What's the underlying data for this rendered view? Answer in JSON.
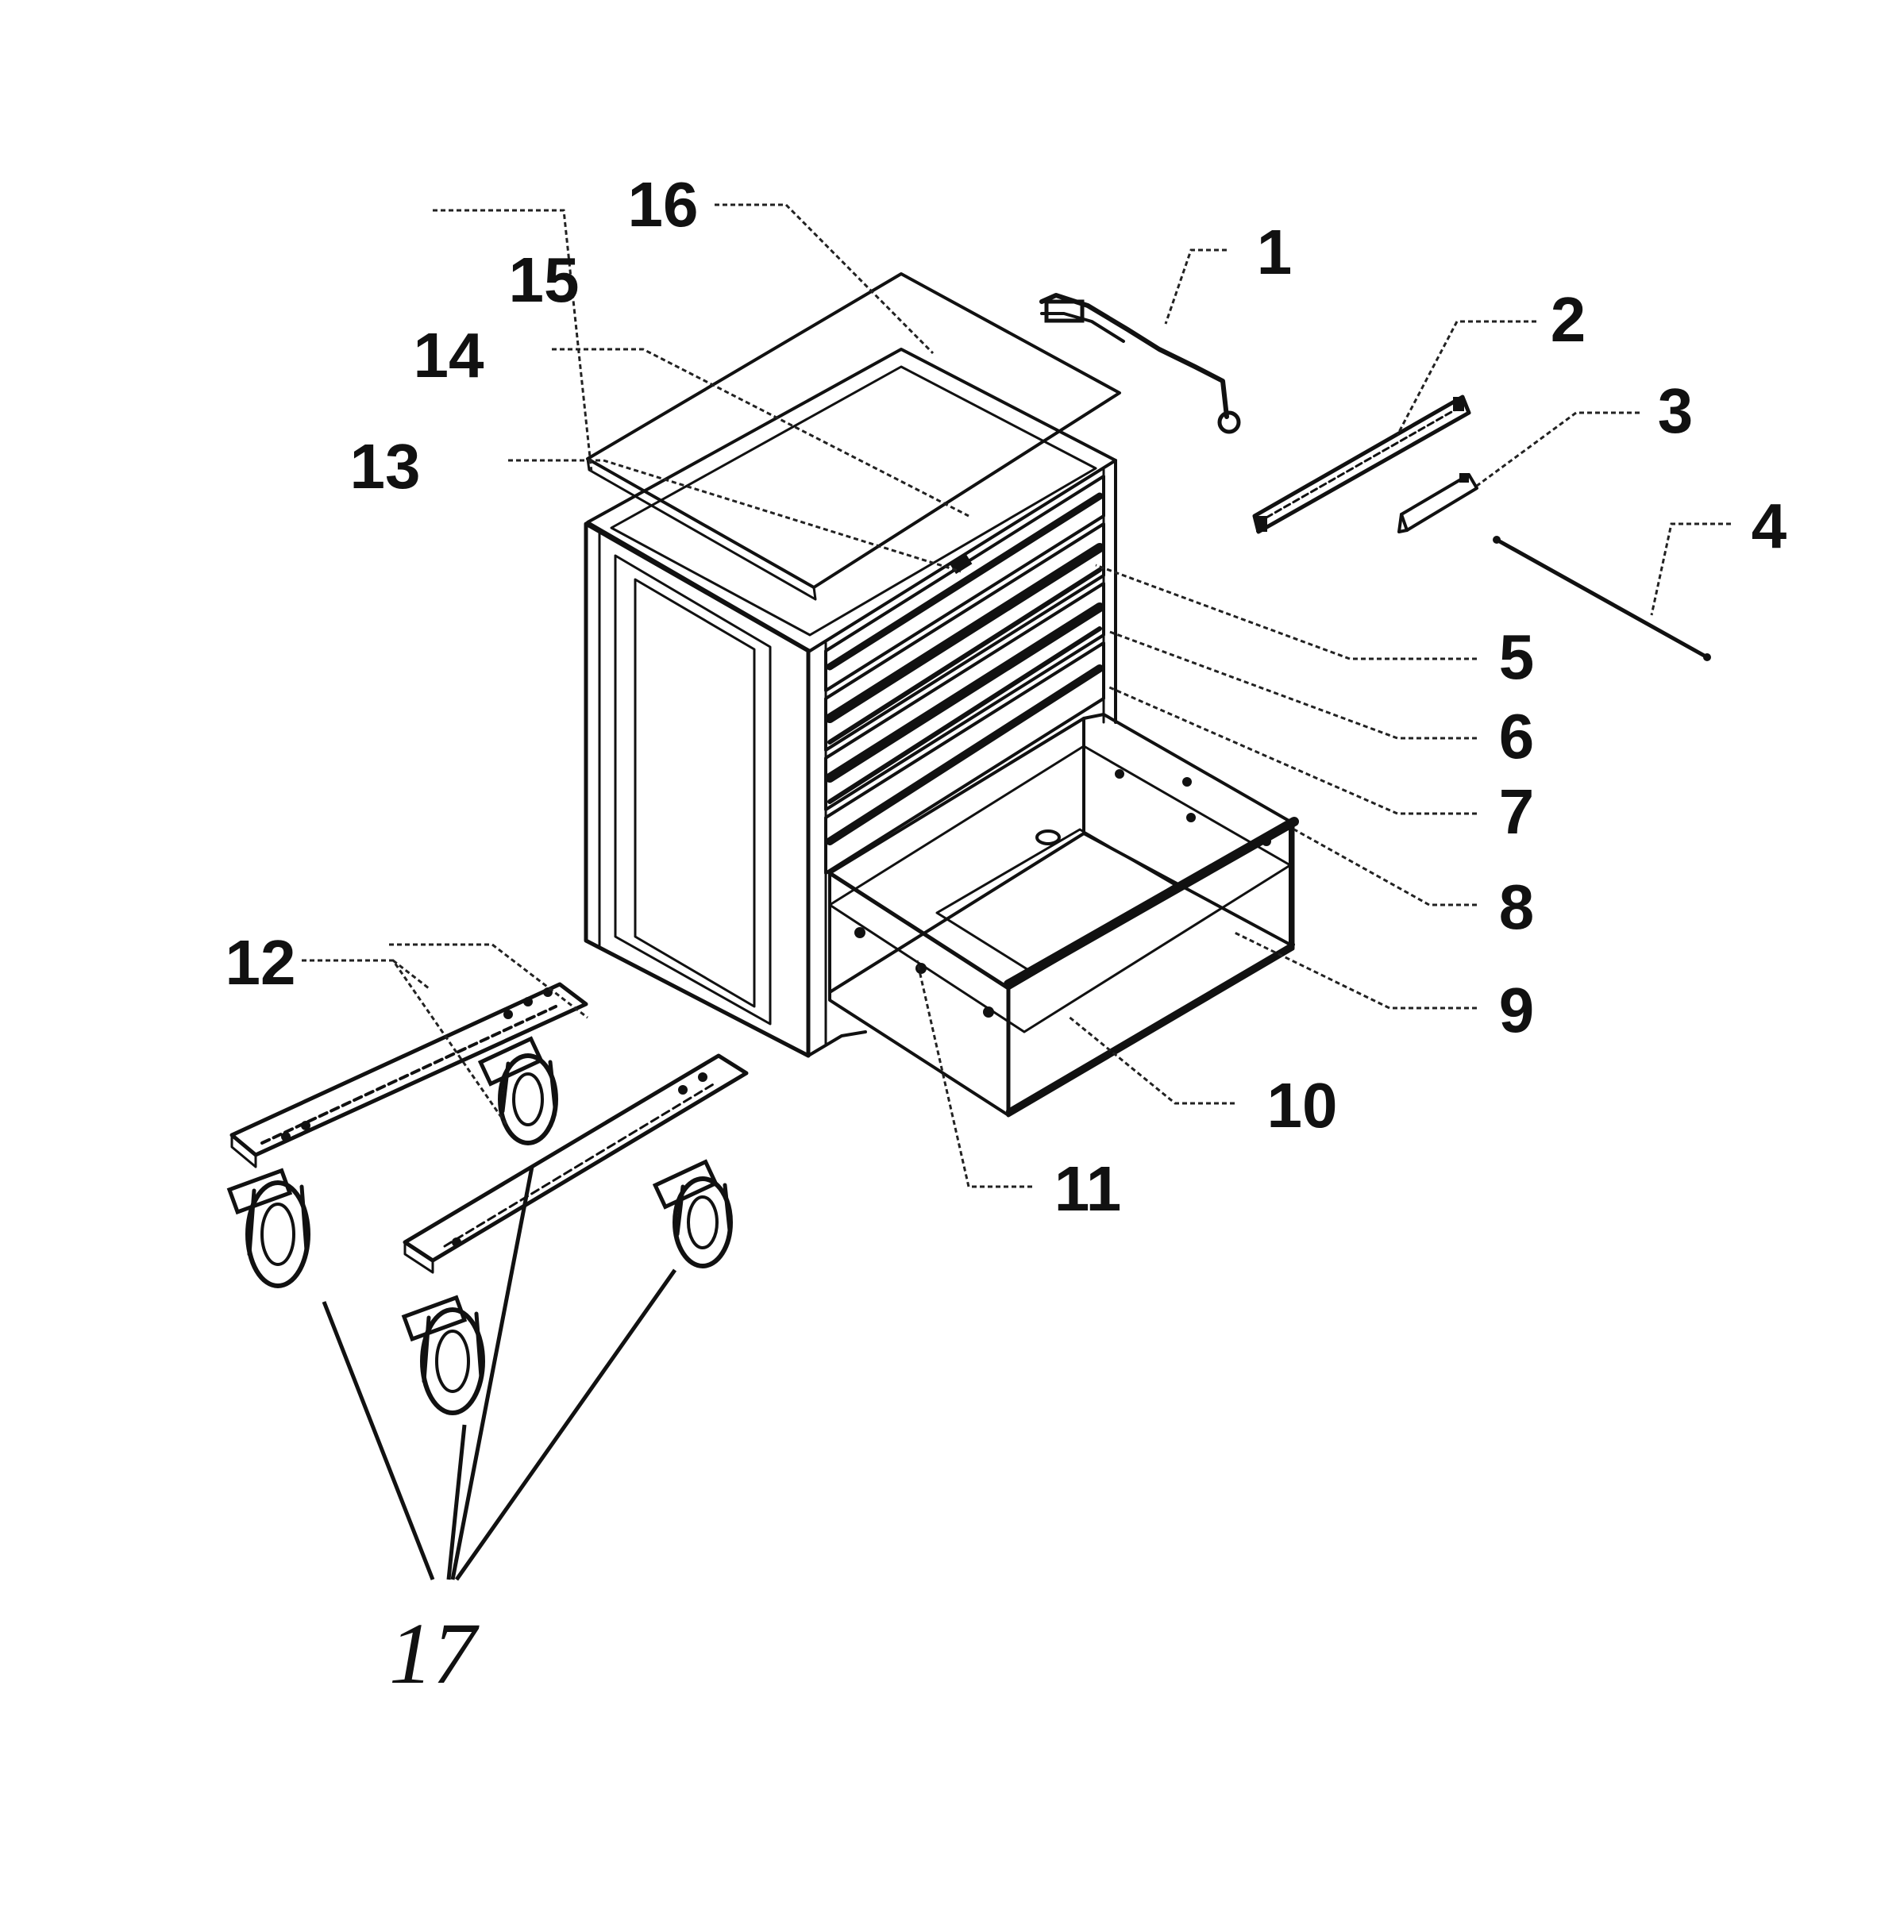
{
  "figure": {
    "callouts": [
      {
        "id": "1",
        "label": "1"
      },
      {
        "id": "2",
        "label": "2"
      },
      {
        "id": "3",
        "label": "3"
      },
      {
        "id": "4",
        "label": "4"
      },
      {
        "id": "5",
        "label": "5"
      },
      {
        "id": "6",
        "label": "6"
      },
      {
        "id": "7",
        "label": "7"
      },
      {
        "id": "8",
        "label": "8"
      },
      {
        "id": "9",
        "label": "9"
      },
      {
        "id": "10",
        "label": "10"
      },
      {
        "id": "11",
        "label": "11"
      },
      {
        "id": "12",
        "label": "12"
      },
      {
        "id": "13",
        "label": "13"
      },
      {
        "id": "14",
        "label": "14"
      },
      {
        "id": "15",
        "label": "15"
      },
      {
        "id": "16",
        "label": "16"
      },
      {
        "id": "17",
        "label": "17"
      }
    ]
  }
}
